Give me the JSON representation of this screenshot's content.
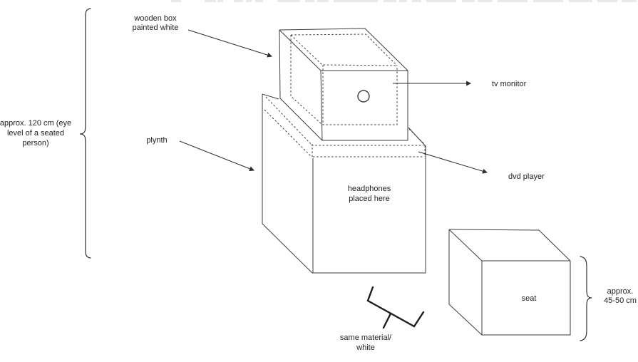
{
  "diagram": {
    "kind": "installation sketch",
    "colors": {
      "background": "#ffffff",
      "line": "#3d3d3d",
      "text": "#222222"
    },
    "annotations": {
      "wooden_box": {
        "lines": [
          "wooden box",
          "painted white"
        ]
      },
      "eye_level": {
        "lines": [
          "approx. 120 cm (eye",
          "level of a seated",
          "person)"
        ]
      },
      "plinth": {
        "lines": [
          "plynth"
        ]
      },
      "tv_monitor": {
        "lines": [
          "tv monitor"
        ]
      },
      "dvd_player": {
        "lines": [
          "dvd player"
        ]
      },
      "headphones": {
        "lines": [
          "headphones",
          "placed here"
        ]
      },
      "seat": {
        "lines": [
          "seat"
        ]
      },
      "seat_height": {
        "lines": [
          "approx.",
          "45-50 cm"
        ]
      },
      "material": {
        "lines": [
          "same material/",
          "white"
        ]
      }
    }
  }
}
